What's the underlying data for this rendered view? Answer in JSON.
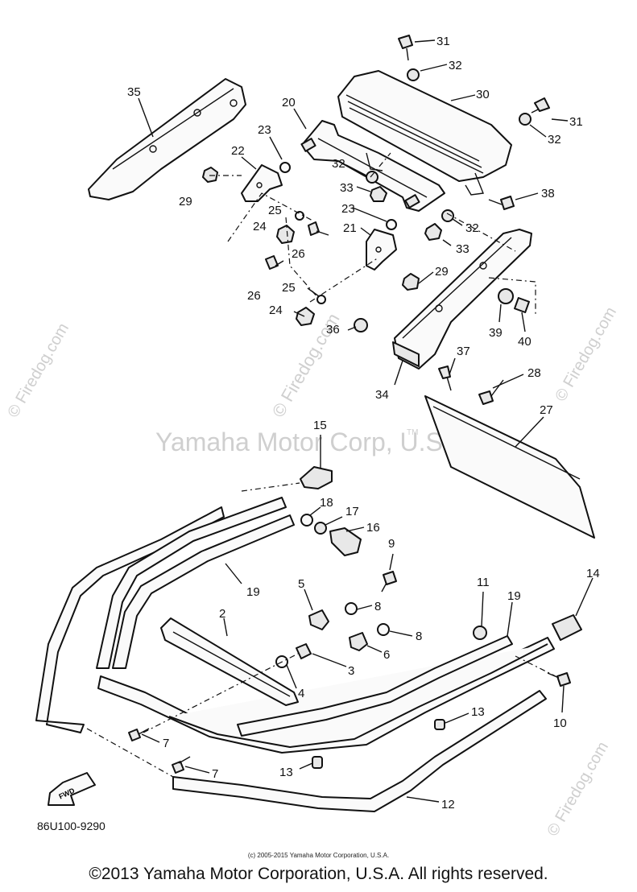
{
  "diagram": {
    "watermark_main": "Yamaha Motor Corp, U.S.A.",
    "watermark_tm": "TM",
    "watermark_site": "© Firedog.com",
    "fwd_label": "FWD",
    "part_code": "86U100-9290",
    "labels": [
      "31",
      "32",
      "30",
      "35",
      "20",
      "23",
      "22",
      "29",
      "31",
      "32",
      "25",
      "24",
      "26",
      "32",
      "33",
      "23",
      "21",
      "32",
      "33",
      "38",
      "26",
      "29",
      "25",
      "24",
      "36",
      "39",
      "40",
      "37",
      "28",
      "34",
      "27",
      "15",
      "18",
      "17",
      "16",
      "9",
      "19",
      "5",
      "8",
      "2",
      "8",
      "3",
      "6",
      "4",
      "11",
      "19",
      "14",
      "10",
      "13",
      "7",
      "7",
      "13",
      "12"
    ]
  },
  "footer": {
    "small_copyright": "(c) 2005-2015 Yamaha Motor Corporation, U.S.A.",
    "main_copyright": "©2013 Yamaha Motor Corporation, U.S.A. All rights reserved."
  }
}
